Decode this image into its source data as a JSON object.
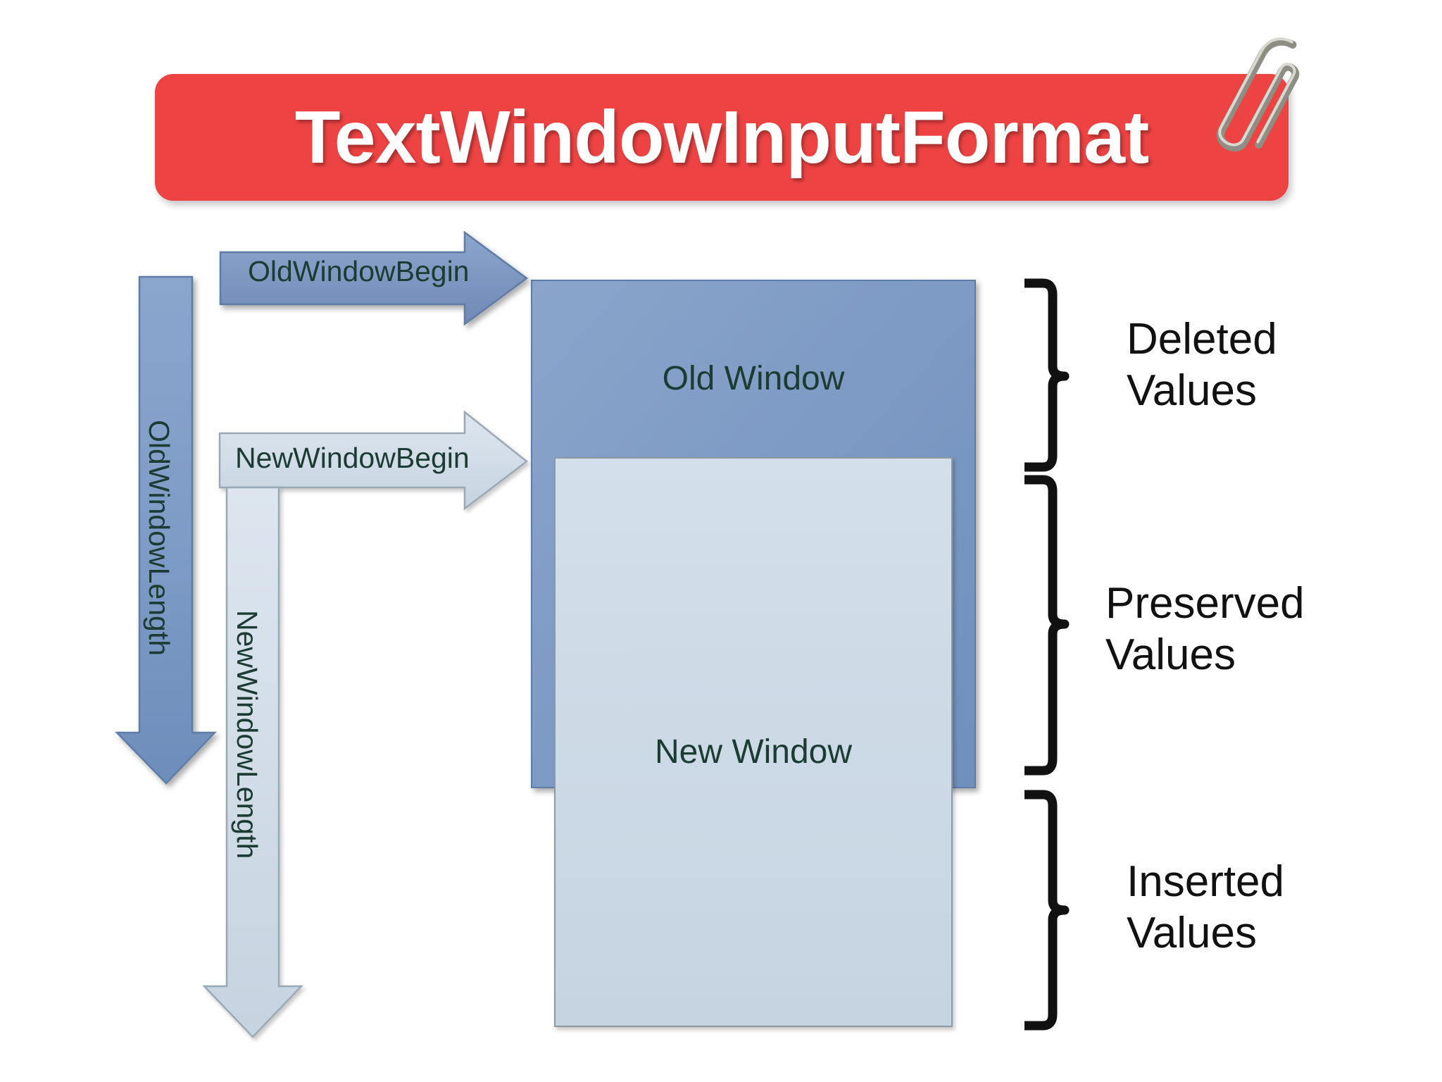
{
  "banner": {
    "title": "TextWindowInputFormat",
    "color": "#ee4343",
    "text_color": "#ffffff",
    "icon": "paperclip-icon"
  },
  "diagram": {
    "type": "sliding-window-overlap-diagram",
    "arrows": {
      "old_window_begin": {
        "label": "OldWindowBegin",
        "direction": "right",
        "color": "#7795c4"
      },
      "new_window_begin": {
        "label": "NewWindowBegin",
        "direction": "right",
        "color": "#cdd9e5"
      },
      "old_window_length": {
        "label": "OldWindowLength",
        "direction": "down",
        "color": "#7795c4"
      },
      "new_window_length": {
        "label": "NewWindowLength",
        "direction": "down",
        "color": "#cdd9e5"
      }
    },
    "boxes": {
      "old_window": {
        "label": "Old Window",
        "color": "#7795c4",
        "text_color": "#1b3b33"
      },
      "new_window": {
        "label": "New Window",
        "color": "#ccd9e6",
        "text_color": "#1b3b33"
      }
    },
    "braces": [
      {
        "label_line1": "Deleted",
        "label_line2": "Values"
      },
      {
        "label_line1": "Preserved",
        "label_line2": "Values"
      },
      {
        "label_line1": "Inserted",
        "label_line2": "Values"
      }
    ],
    "brace_color": "#111111"
  }
}
